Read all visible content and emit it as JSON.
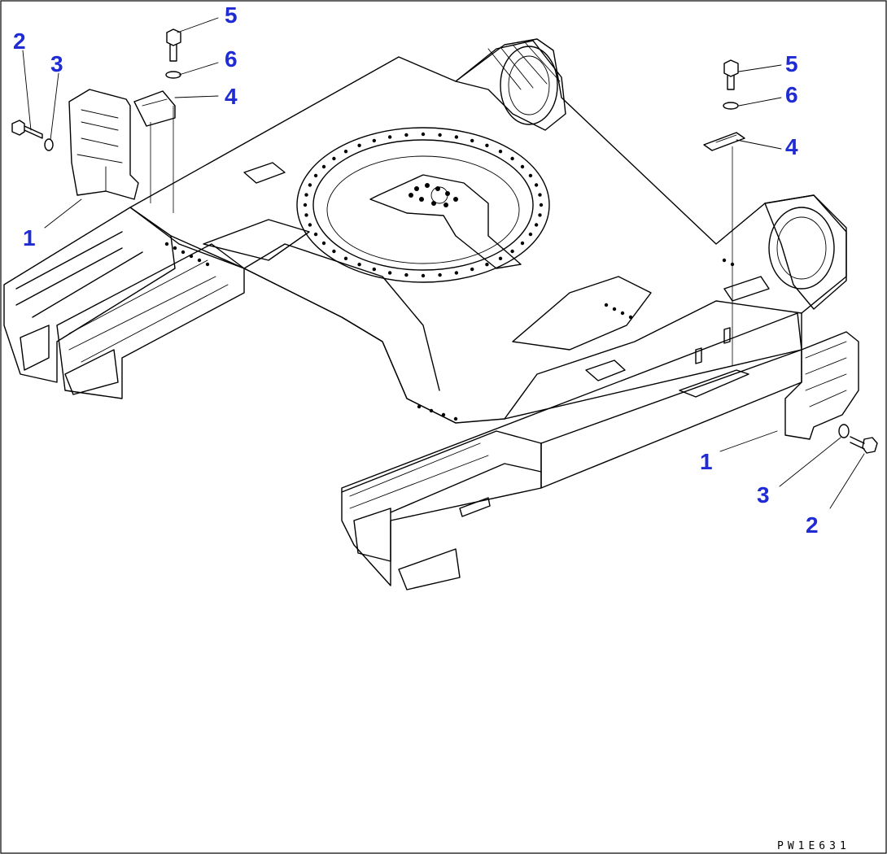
{
  "callouts": {
    "left": {
      "p1": "1",
      "p2": "2",
      "p3": "3",
      "p4": "4",
      "p5": "5",
      "p6": "6"
    },
    "right": {
      "p1": "1",
      "p2": "2",
      "p3": "3",
      "p4": "4",
      "p5": "5",
      "p6": "6"
    }
  },
  "drawing_code": "PW1E631",
  "colors": {
    "callout": "#1f2bd3",
    "line": "#000000",
    "background": "#ffffff"
  }
}
